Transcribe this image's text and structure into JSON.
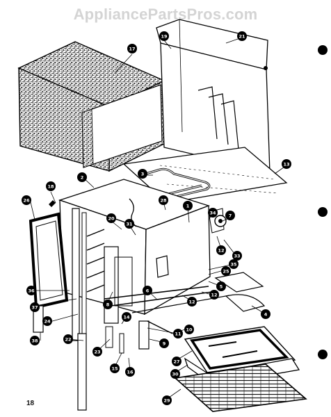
{
  "watermark": "AppliancePartsPros.com",
  "page_number": "18",
  "callouts": [
    "17",
    "19",
    "21",
    "13",
    "3",
    "2",
    "18",
    "26",
    "28",
    "20",
    "31",
    "1",
    "34",
    "7",
    "12",
    "33",
    "25",
    "35",
    "36",
    "37",
    "6",
    "8",
    "5",
    "12",
    "12",
    "4",
    "14",
    "24",
    "10",
    "11",
    "22",
    "23",
    "15",
    "16",
    "9",
    "27",
    "30",
    "29",
    "38"
  ]
}
